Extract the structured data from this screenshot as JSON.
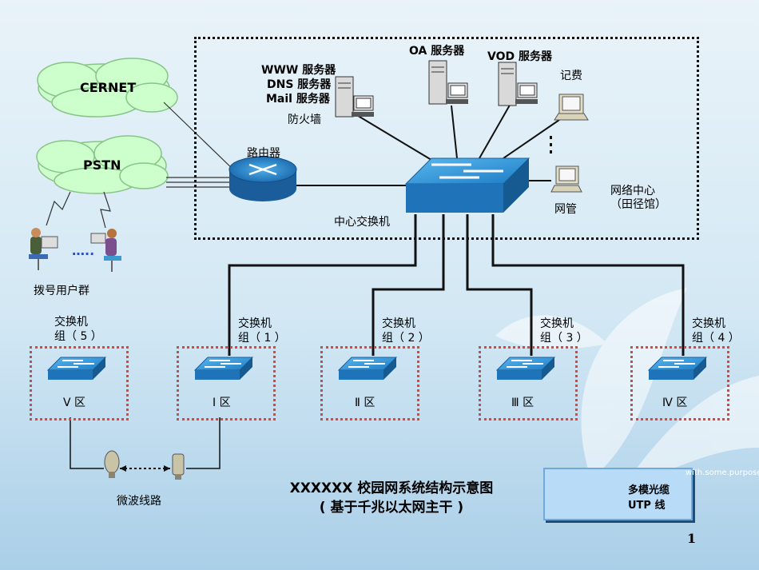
{
  "clouds": {
    "cernet": "CERNET",
    "pstn": "PSTN"
  },
  "center": {
    "server1": [
      "WWW  服务器",
      "DNS 服务器",
      "Mail  服务器"
    ],
    "firewall": "防火墙",
    "oa": "OA  服务器",
    "vod": "VOD  服务器",
    "billing": "记费",
    "router": "路由器",
    "core_switch": "中心交换机",
    "netmgmt": "网管",
    "netcenter": [
      "网络中心",
      "（田径馆）"
    ]
  },
  "dialup": {
    "label": "拨号用户群",
    "ellipsis": "….."
  },
  "groups": [
    {
      "title": [
        "交换机",
        "组（ 5 ）"
      ],
      "zone": "Ⅴ 区"
    },
    {
      "title": [
        "交换机",
        "组（ 1 ）"
      ],
      "zone": "Ⅰ 区"
    },
    {
      "title": [
        "交换机",
        "组（ 2 ）"
      ],
      "zone": "Ⅱ 区"
    },
    {
      "title": [
        "交换机",
        "组（ 3 ）"
      ],
      "zone": "Ⅲ 区"
    },
    {
      "title": [
        "交换机",
        "组（ 4 ）"
      ],
      "zone": "Ⅳ 区"
    }
  ],
  "microwave": "微波线路",
  "title": [
    "XXXXXX 校园网系统结构示意图",
    "( 基于千兆以太网主干 )"
  ],
  "legend": {
    "fiber": "多模光缆",
    "utp": "UTP 线"
  },
  "watermark": "with.some.purpose",
  "page_number": "1"
}
